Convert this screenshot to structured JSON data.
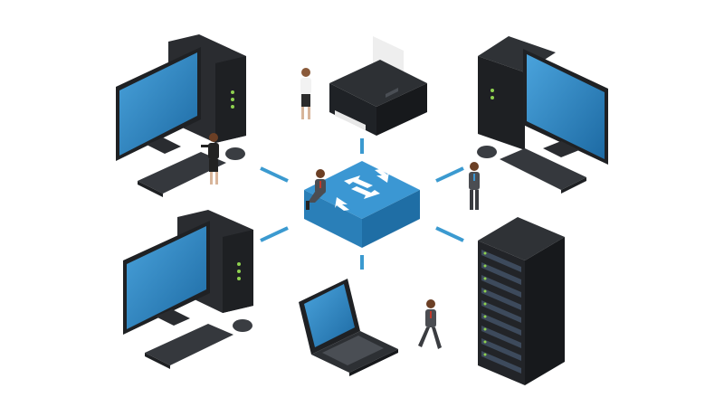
{
  "diagram": {
    "hub": {
      "icon": "network-switch-icon",
      "arrows": "bidirectional-arrows"
    },
    "nodes": [
      {
        "id": "desktop-top-left",
        "icon": "desktop-computer-icon"
      },
      {
        "id": "printer",
        "icon": "printer-icon"
      },
      {
        "id": "desktop-top-right",
        "icon": "desktop-computer-icon"
      },
      {
        "id": "desktop-bottom-left",
        "icon": "desktop-computer-icon"
      },
      {
        "id": "laptop",
        "icon": "laptop-icon"
      },
      {
        "id": "server-rack",
        "icon": "server-rack-icon"
      }
    ],
    "people": [
      {
        "id": "woman-near-printer",
        "icon": "person-icon"
      },
      {
        "id": "woman-near-left-desktop",
        "icon": "person-icon"
      },
      {
        "id": "man-sitting-on-switch",
        "icon": "person-icon"
      },
      {
        "id": "man-near-right-desktop",
        "icon": "person-icon"
      },
      {
        "id": "man-walking",
        "icon": "person-icon"
      }
    ],
    "colors": {
      "connector": "#3b9ad0",
      "switch_top": "#3b97d3",
      "switch_left": "#2a7fb8",
      "switch_right": "#1f6ea5",
      "device_dark": "#2a2c30",
      "screen": "#2f86c6"
    }
  }
}
